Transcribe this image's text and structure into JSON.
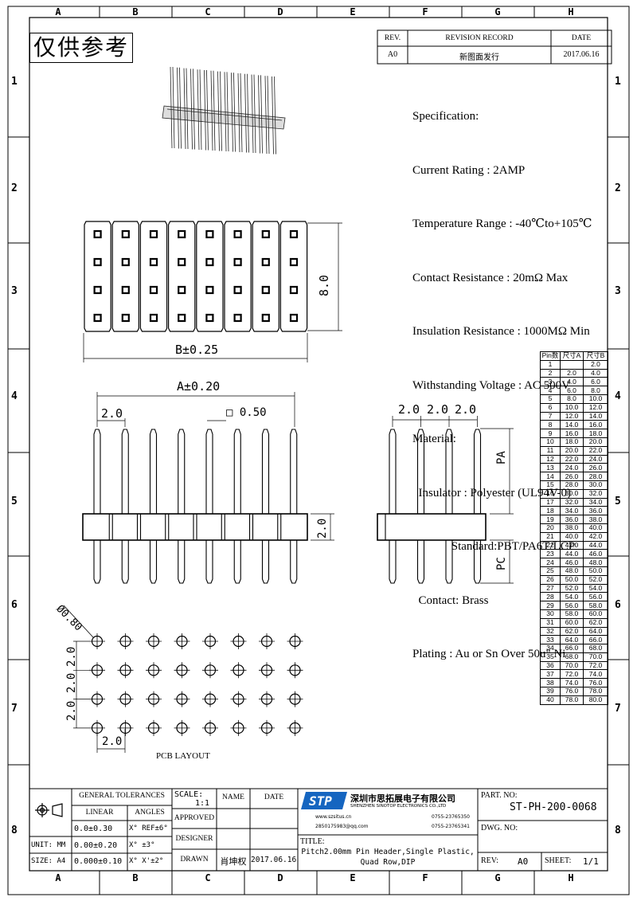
{
  "grid": {
    "columns": [
      "A",
      "B",
      "C",
      "D",
      "E",
      "F",
      "G",
      "H"
    ],
    "rows": [
      "1",
      "2",
      "3",
      "4",
      "5",
      "6",
      "7",
      "8"
    ]
  },
  "stamp": "仅供参考",
  "revision": {
    "headers": [
      "REV.",
      "REVISION RECORD",
      "DATE"
    ],
    "row": [
      "A0",
      "新图面发行",
      "2017.06.16"
    ]
  },
  "spec_lines": [
    "Specification:",
    "Current Rating : 2AMP",
    "Temperature Range : -40℃to+105℃",
    "Contact Resistance : 20mΩ Max",
    "Insulation Resistance : 1000MΩ Min",
    "Withstanding Voltage : AC 500V",
    "Material:",
    "  Insulator : Polyester (UL94V-0)",
    "             Standard:PBT/PA6T/LCP",
    "  Contact: Brass",
    "Plating : Au or Sn Over 50u\" Ni"
  ],
  "dims": {
    "b": "B±0.25",
    "h8": "8.0",
    "a": "A±0.20",
    "p1": "2.0",
    "sq": "□ 0.50",
    "h2": "2.0",
    "side_pitch": [
      "2.0",
      "2.0",
      "2.0"
    ],
    "pa": "PA",
    "pc": "PC",
    "hole": "Ø0.80",
    "lay_v": [
      "2.0",
      "2.0",
      "2.0"
    ],
    "lay_h": "2.0",
    "pcb": "PCB LAYOUT"
  },
  "pin_table": {
    "headers": [
      "Pin数",
      "尺寸A",
      "尺寸B"
    ],
    "rows": [
      [
        "1",
        "",
        "2.0"
      ],
      [
        "2",
        "2.0",
        "4.0"
      ],
      [
        "3",
        "4.0",
        "6.0"
      ],
      [
        "4",
        "6.0",
        "8.0"
      ],
      [
        "5",
        "8.0",
        "10.0"
      ],
      [
        "6",
        "10.0",
        "12.0"
      ],
      [
        "7",
        "12.0",
        "14.0"
      ],
      [
        "8",
        "14.0",
        "16.0"
      ],
      [
        "9",
        "16.0",
        "18.0"
      ],
      [
        "10",
        "18.0",
        "20.0"
      ],
      [
        "11",
        "20.0",
        "22.0"
      ],
      [
        "12",
        "22.0",
        "24.0"
      ],
      [
        "13",
        "24.0",
        "26.0"
      ],
      [
        "14",
        "26.0",
        "28.0"
      ],
      [
        "15",
        "28.0",
        "30.0"
      ],
      [
        "16",
        "30.0",
        "32.0"
      ],
      [
        "17",
        "32.0",
        "34.0"
      ],
      [
        "18",
        "34.0",
        "36.0"
      ],
      [
        "19",
        "36.0",
        "38.0"
      ],
      [
        "20",
        "38.0",
        "40.0"
      ],
      [
        "21",
        "40.0",
        "42.0"
      ],
      [
        "22",
        "42.0",
        "44.0"
      ],
      [
        "23",
        "44.0",
        "46.0"
      ],
      [
        "24",
        "46.0",
        "48.0"
      ],
      [
        "25",
        "48.0",
        "50.0"
      ],
      [
        "26",
        "50.0",
        "52.0"
      ],
      [
        "27",
        "52.0",
        "54.0"
      ],
      [
        "28",
        "54.0",
        "56.0"
      ],
      [
        "29",
        "56.0",
        "58.0"
      ],
      [
        "30",
        "58.0",
        "60.0"
      ],
      [
        "31",
        "60.0",
        "62.0"
      ],
      [
        "32",
        "62.0",
        "64.0"
      ],
      [
        "33",
        "64.0",
        "66.0"
      ],
      [
        "34",
        "66.0",
        "68.0"
      ],
      [
        "35",
        "68.0",
        "70.0"
      ],
      [
        "36",
        "70.0",
        "72.0"
      ],
      [
        "37",
        "72.0",
        "74.0"
      ],
      [
        "38",
        "74.0",
        "76.0"
      ],
      [
        "39",
        "76.0",
        "78.0"
      ],
      [
        "40",
        "78.0",
        "80.0"
      ]
    ]
  },
  "title_block": {
    "general_tolerances": "GENERAL TOLERANCES",
    "linear": "LINEAR",
    "angles": "ANGLES",
    "lin_vals": [
      "0.0±0.30",
      "0.00±0.20",
      "0.000±0.10"
    ],
    "ang_vals": [
      "X° REF±6°",
      "X° ±3°",
      "X° X'±2°"
    ],
    "unit": "UNIT: MM",
    "size": "SIZE: A4",
    "scale_label": "SCALE:",
    "scale_value": "1:1",
    "name": "NAME",
    "date": "DATE",
    "approved": "APPROVED",
    "designer": "DESIGNER",
    "drawn": "DRAWN",
    "drawn_name": "肖坤权",
    "drawn_date": "2017.06.16",
    "company_cn": "深圳市思拓展电子有限公司",
    "company_en": "SHENZHEN SINOTOP ELECTRONICS CO.,LTD",
    "contact": [
      "www.szsitus.cn",
      "0755-23765350",
      "2850175983@qq.com",
      "0755-23765341"
    ],
    "title_label": "TITLE:",
    "title_text": [
      "Pitch2.00mm Pin Header,Single Plastic,",
      "Quad Row,DIP"
    ],
    "part_no_label": "PART. NO:",
    "part_no": "ST-PH-200-0068",
    "dwg_no": "DWG. NO:",
    "rev_label": "REV:",
    "rev_value": "A0",
    "sheet_label": "SHEET:",
    "sheet_value": "1/1"
  }
}
